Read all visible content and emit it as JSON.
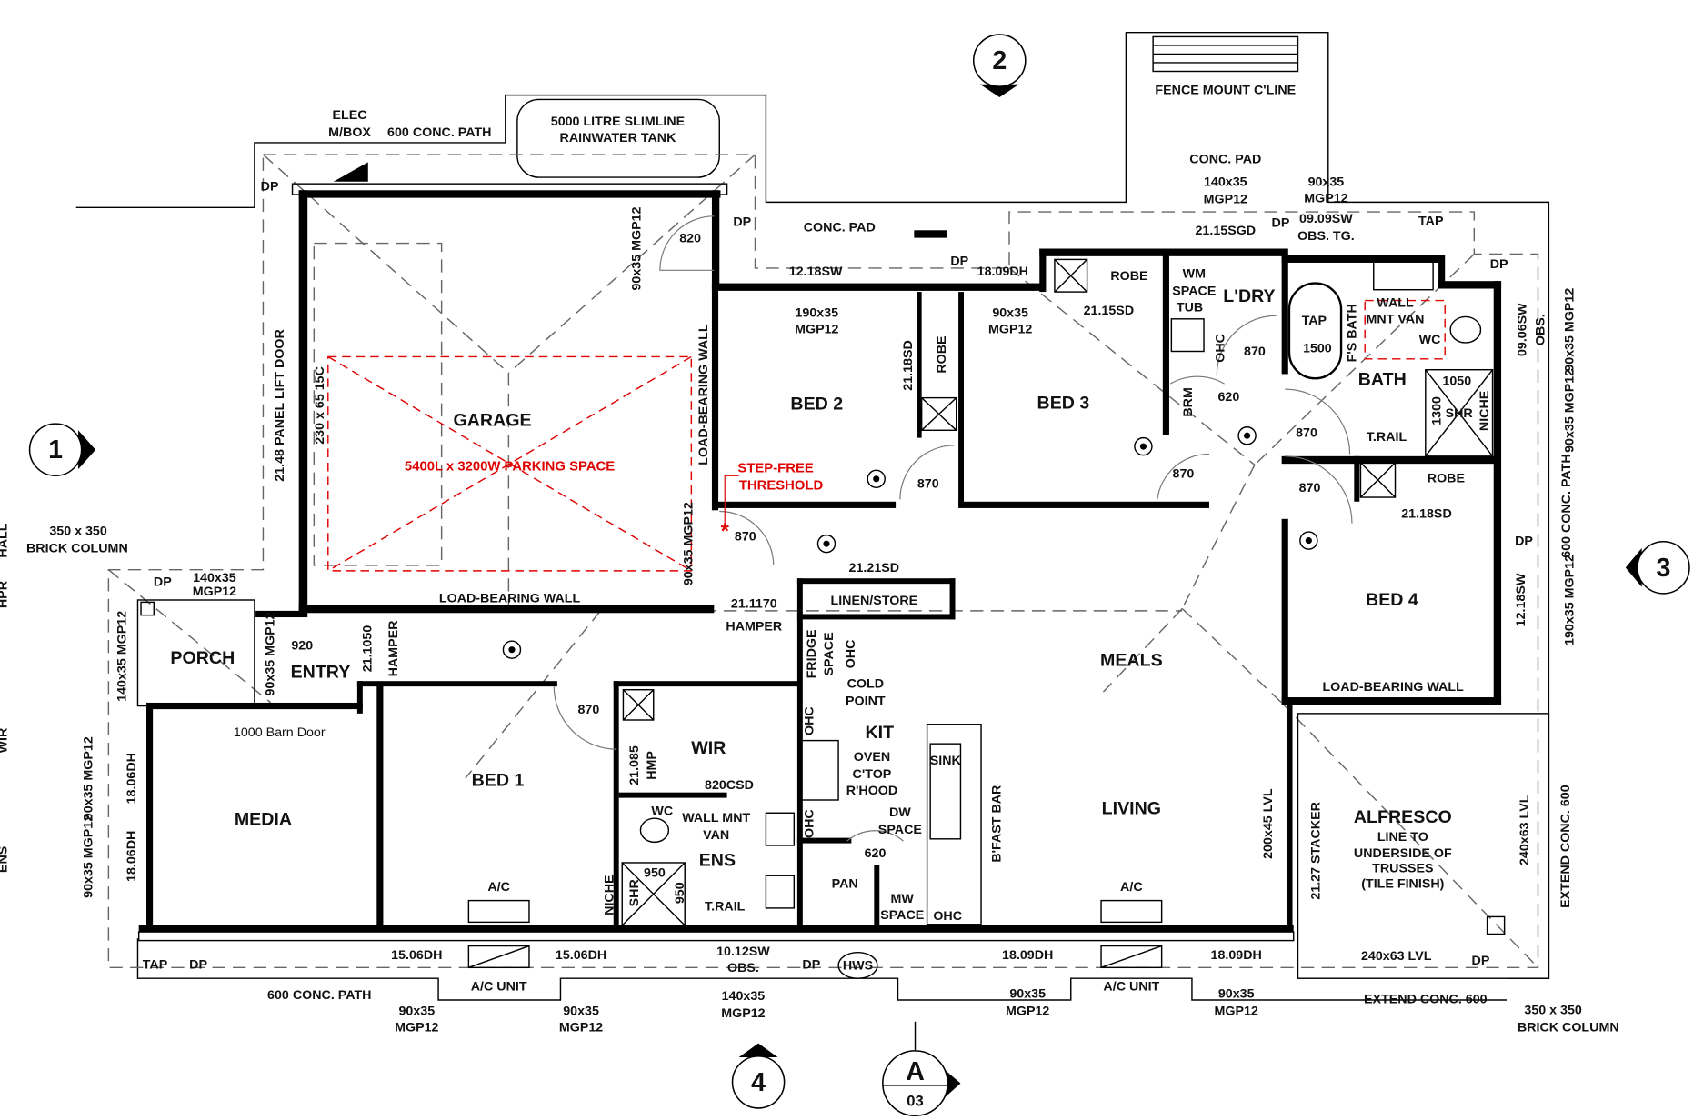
{
  "rooms": {
    "garage": "GARAGE",
    "bed2": "BED 2",
    "bed3": "BED 3",
    "ldry": "L'DRY",
    "bath": "BATH",
    "bed4": "BED 4",
    "meals": "MEALS",
    "living": "LIVING",
    "alfresco": "ALFRESCO",
    "porch": "PORCH",
    "entry": "ENTRY",
    "media": "MEDIA",
    "bed1": "BED 1",
    "wir": "WIR",
    "ens": "ENS",
    "kit": "KIT"
  },
  "annotations": {
    "parking": "5400L x 3200W PARKING SPACE",
    "step_free_1": "STEP-FREE",
    "step_free_2": "THRESHOLD"
  },
  "top": {
    "elec": "ELEC",
    "mbox": "M/BOX",
    "conc_path": "600 CONC. PATH",
    "tank_1": "5000 LITRE SLIMLINE",
    "tank_2": "RAINWATER TANK",
    "fence": "FENCE MOUNT C'LINE",
    "conc_pad_r": "CONC. PAD",
    "beam1_a": "140x35",
    "beam1_b": "MGP12",
    "beam2_a": "90x35",
    "beam2_b": "MGP12",
    "sgd": "21.15SGD",
    "dp_a": "DP",
    "sw_a": "09.09SW",
    "obs_tg": "OBS. TG.",
    "tap": "TAP",
    "dp_b": "DP",
    "dp_c": "DP",
    "conc_pad": "CONC. PAD",
    "dp_d": "DP",
    "dp_e": "DP",
    "sw_b": "12.18SW",
    "dh_a": "18.09DH",
    "d820": "820",
    "b2_beam_a": "190x35",
    "b2_beam_b": "MGP12",
    "b3_beam_a": "90x35",
    "b3_beam_b": "MGP12",
    "sd_a": "21.15SD",
    "robe_a": "ROBE",
    "wm": "WM",
    "space": "SPACE",
    "tub": "TUB"
  },
  "vertical": {
    "g_beam": "90x35 MGP12",
    "panel_door": "21.48 PANEL LIFT DOOR",
    "lintel": "230 x 65 15C",
    "lbw": "LOAD-BEARING WALL",
    "g_beam2": "90x35 MGP12",
    "sd_b": "21.18SD",
    "robe_b": "ROBE",
    "ohc_a": "OHC",
    "brm": "BRM",
    "fs_bath": "F'S BATH",
    "d1300": "1300",
    "niche_a": "NICHE",
    "sw_c": "09.06SW",
    "obs_a": "OBS.",
    "r_beam1": "90x35 MGP12",
    "r_beam2": "90x35 MGP12",
    "r_path": "600 CONC. PATH",
    "r_beam3": "190x35 MGP12",
    "sw_d": "12.18SW",
    "lvl_a": "200x45 LVL",
    "stacker": "21.27 STACKER",
    "lvl_b": "240x63 LVL",
    "ext_conc": "EXTEND CONC. 600",
    "bfast": "B'FAST BAR",
    "d21050": "21.1050",
    "hamper_a": "HAMPER",
    "e_beam": "90x35 MGP12",
    "p_beam": "140x35 MGP12",
    "l_beam1": "90x35 MGP12",
    "dh_l1": "18.06DH",
    "l_beam2": "90x35 MGP12",
    "dh_l2": "18.06DH",
    "hmp_a": "21.085",
    "hmp_b": "HMP",
    "niche_b": "NICHE",
    "shr_a": "SHR",
    "d950b": "950",
    "fridge": "FRIDGE",
    "fridge_sp": "SPACE",
    "ohc_b": "OHC",
    "ohc_c": "OHC",
    "ohc_d": "OHC"
  },
  "mid": {
    "d870_a": "870",
    "tap_b": "TAP",
    "d1500": "1500",
    "wall_mnt_a": "WALL",
    "wall_mnt_b": "MNT VAN",
    "wc_a": "WC",
    "d620_a": "620",
    "d870_b": "870",
    "d870_c": "870",
    "d870_d": "870",
    "d870_e": "870",
    "d1050": "1050",
    "shr_b": "SHR",
    "trail_a": "T.RAIL",
    "d870_f": "870",
    "robe_c": "ROBE",
    "sd_c": "21.18SD",
    "dp_f": "DP",
    "lbw_b": "LOAD-BEARING WALL",
    "sd_d": "21.21SD",
    "linen": "LINEN/STORE",
    "d21170": "21.1170",
    "hamper_b": "HAMPER",
    "lbw_c": "LOAD-BEARING WALL",
    "brick_a1": "350 x 350",
    "brick_a2": "BRICK COLUMN",
    "dp_g": "DP",
    "p_beam_a": "140x35",
    "p_beam_b": "MGP12",
    "d920": "920",
    "barn": "1000 Barn Door",
    "d870_g": "870",
    "cold": "COLD",
    "point": "POINT",
    "oven": "OVEN",
    "ctop": "C'TOP",
    "rhood": "R'HOOD",
    "dw": "DW",
    "dw_space": "SPACE",
    "sink": "SINK",
    "d620_b": "620",
    "pan": "PAN",
    "mw": "MW",
    "mw_space": "SPACE",
    "ohc_e": "OHC",
    "wc_b": "WC",
    "wall_mnt_c": "WALL MNT",
    "van": "VAN",
    "d950a": "950",
    "trail_b": "T.RAIL",
    "csd": "820CSD",
    "ac_a": "A/C",
    "ac_b": "A/C",
    "alf_1": "LINE TO",
    "alf_2": "UNDERSIDE OF",
    "alf_3": "TRUSSES",
    "alf_4": "(TILE FINISH)"
  },
  "bottom": {
    "tap": "TAP",
    "dp_a": "DP",
    "dh_a": "15.06DH",
    "dh_b": "15.06DH",
    "sw": "10.12SW",
    "obs": "OBS.",
    "dp_b": "DP",
    "hws": "HWS",
    "dh_c": "18.09DH",
    "dh_d": "18.09DH",
    "lvl": "240x63 LVL",
    "dp_c": "DP",
    "path": "600 CONC. PATH",
    "acu_a": "A/C UNIT",
    "acu_b": "A/C UNIT",
    "b1_a": "90x35",
    "b1_b": "MGP12",
    "b2_a": "90x35",
    "b2_b": "MGP12",
    "b3_a": "140x35",
    "b3_b": "MGP12",
    "b4_a": "90x35",
    "b4_b": "MGP12",
    "b5_a": "90x35",
    "b5_b": "MGP12",
    "ext": "EXTEND CONC. 600",
    "brick_1": "350 x 350",
    "brick_2": "BRICK COLUMN"
  },
  "legend_edge": [
    "HALL",
    "HPR",
    "WIR",
    "ENS"
  ],
  "markers": {
    "m1": "1",
    "m2": "2",
    "m3": "3",
    "m4": "4",
    "section": "A",
    "sheet": "03"
  },
  "colors": {
    "annotation": "#e00000",
    "walls": "#000000"
  }
}
